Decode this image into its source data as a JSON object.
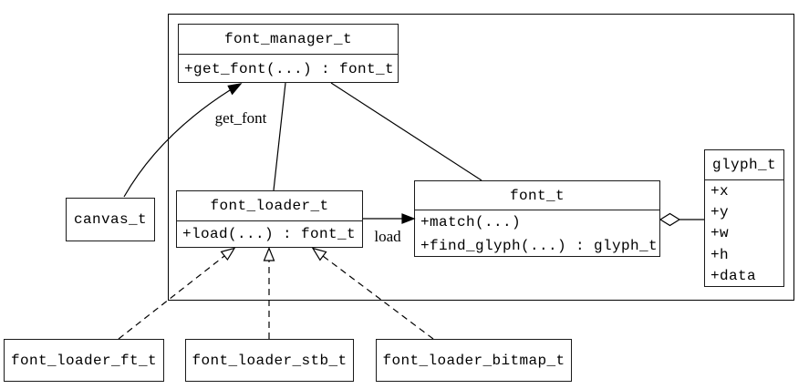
{
  "colors": {
    "ink": "#000000",
    "background": "#ffffff"
  },
  "classes": {
    "font_manager_t": {
      "title": "font_manager_t",
      "members": [
        "+get_font(...) : font_t"
      ]
    },
    "canvas_t": {
      "title": "canvas_t",
      "members": []
    },
    "font_loader_t": {
      "title": "font_loader_t",
      "members": [
        "+load(...) : font_t"
      ]
    },
    "font_t": {
      "title": "font_t",
      "members": [
        "+match(...)",
        "+find_glyph(...) : glyph_t"
      ]
    },
    "glyph_t": {
      "title": "glyph_t",
      "members": [
        "+x",
        "+y",
        "+w",
        "+h",
        "+data"
      ]
    },
    "font_loader_ft_t": {
      "title": "font_loader_ft_t",
      "members": []
    },
    "font_loader_stb_t": {
      "title": "font_loader_stb_t",
      "members": []
    },
    "font_loader_bitmap_t": {
      "title": "font_loader_bitmap_t",
      "members": []
    }
  },
  "edge_labels": {
    "get_font": "get_font",
    "load": "load"
  },
  "edges": [
    {
      "from": "canvas_t",
      "to": "font_manager_t",
      "label": "get_font",
      "style": "solid-curve-filled-arrow"
    },
    {
      "from": "font_manager_t",
      "to": "font_loader_t",
      "label": "",
      "style": "solid-line"
    },
    {
      "from": "font_manager_t",
      "to": "font_t",
      "label": "",
      "style": "solid-line"
    },
    {
      "from": "font_loader_t",
      "to": "font_t",
      "label": "load",
      "style": "solid-filled-arrow"
    },
    {
      "from": "font_t",
      "to": "glyph_t",
      "label": "",
      "style": "aggregation-hollow-diamond"
    },
    {
      "from": "font_loader_ft_t",
      "to": "font_loader_t",
      "label": "",
      "style": "dashed-hollow-triangle"
    },
    {
      "from": "font_loader_stb_t",
      "to": "font_loader_t",
      "label": "",
      "style": "dashed-hollow-triangle"
    },
    {
      "from": "font_loader_bitmap_t",
      "to": "font_loader_t",
      "label": "",
      "style": "dashed-hollow-triangle"
    }
  ]
}
